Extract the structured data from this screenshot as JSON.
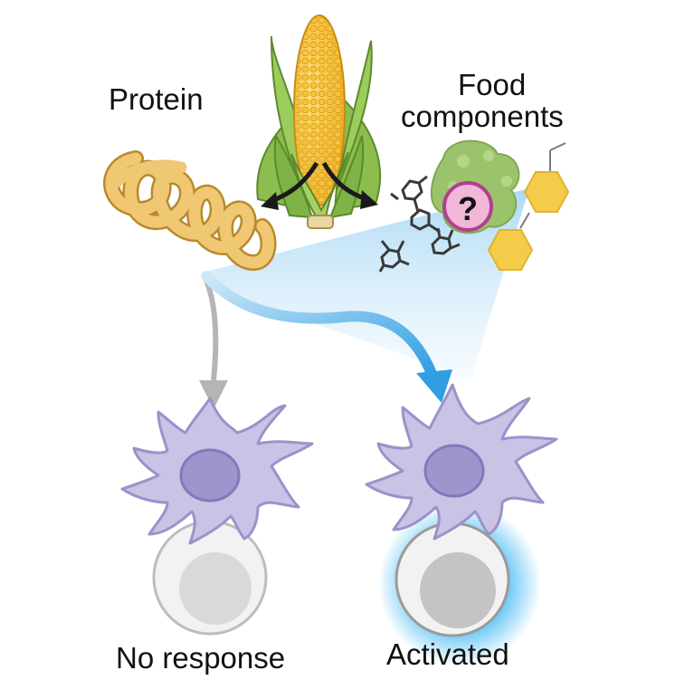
{
  "labels": {
    "protein": "Protein",
    "food_components_line1": "Food",
    "food_components_line2": "components",
    "no_response": "No response",
    "activated": "Activated",
    "question_mark": "?"
  },
  "colors": {
    "protein": "#e9c06a",
    "protein_outline": "#b98a2c",
    "corn_kernel": "#f2b728",
    "husk": "#7fb347",
    "cell_body": "#c9c3e6",
    "cell_nucleus": "#9d95cc",
    "flow_blue": "#3aa3e3",
    "gray_arrow": "#b5b5b5",
    "hexagon": "#f4cc4a",
    "green_blob": "#9bc36b",
    "question_ring": "#b0408f",
    "question_fill": "#f2b6d8"
  },
  "icons": [
    "corn-icon",
    "protein-coil-icon",
    "molecule-icon",
    "question-icon",
    "dendritic-cell-icon",
    "t-cell-icon"
  ]
}
